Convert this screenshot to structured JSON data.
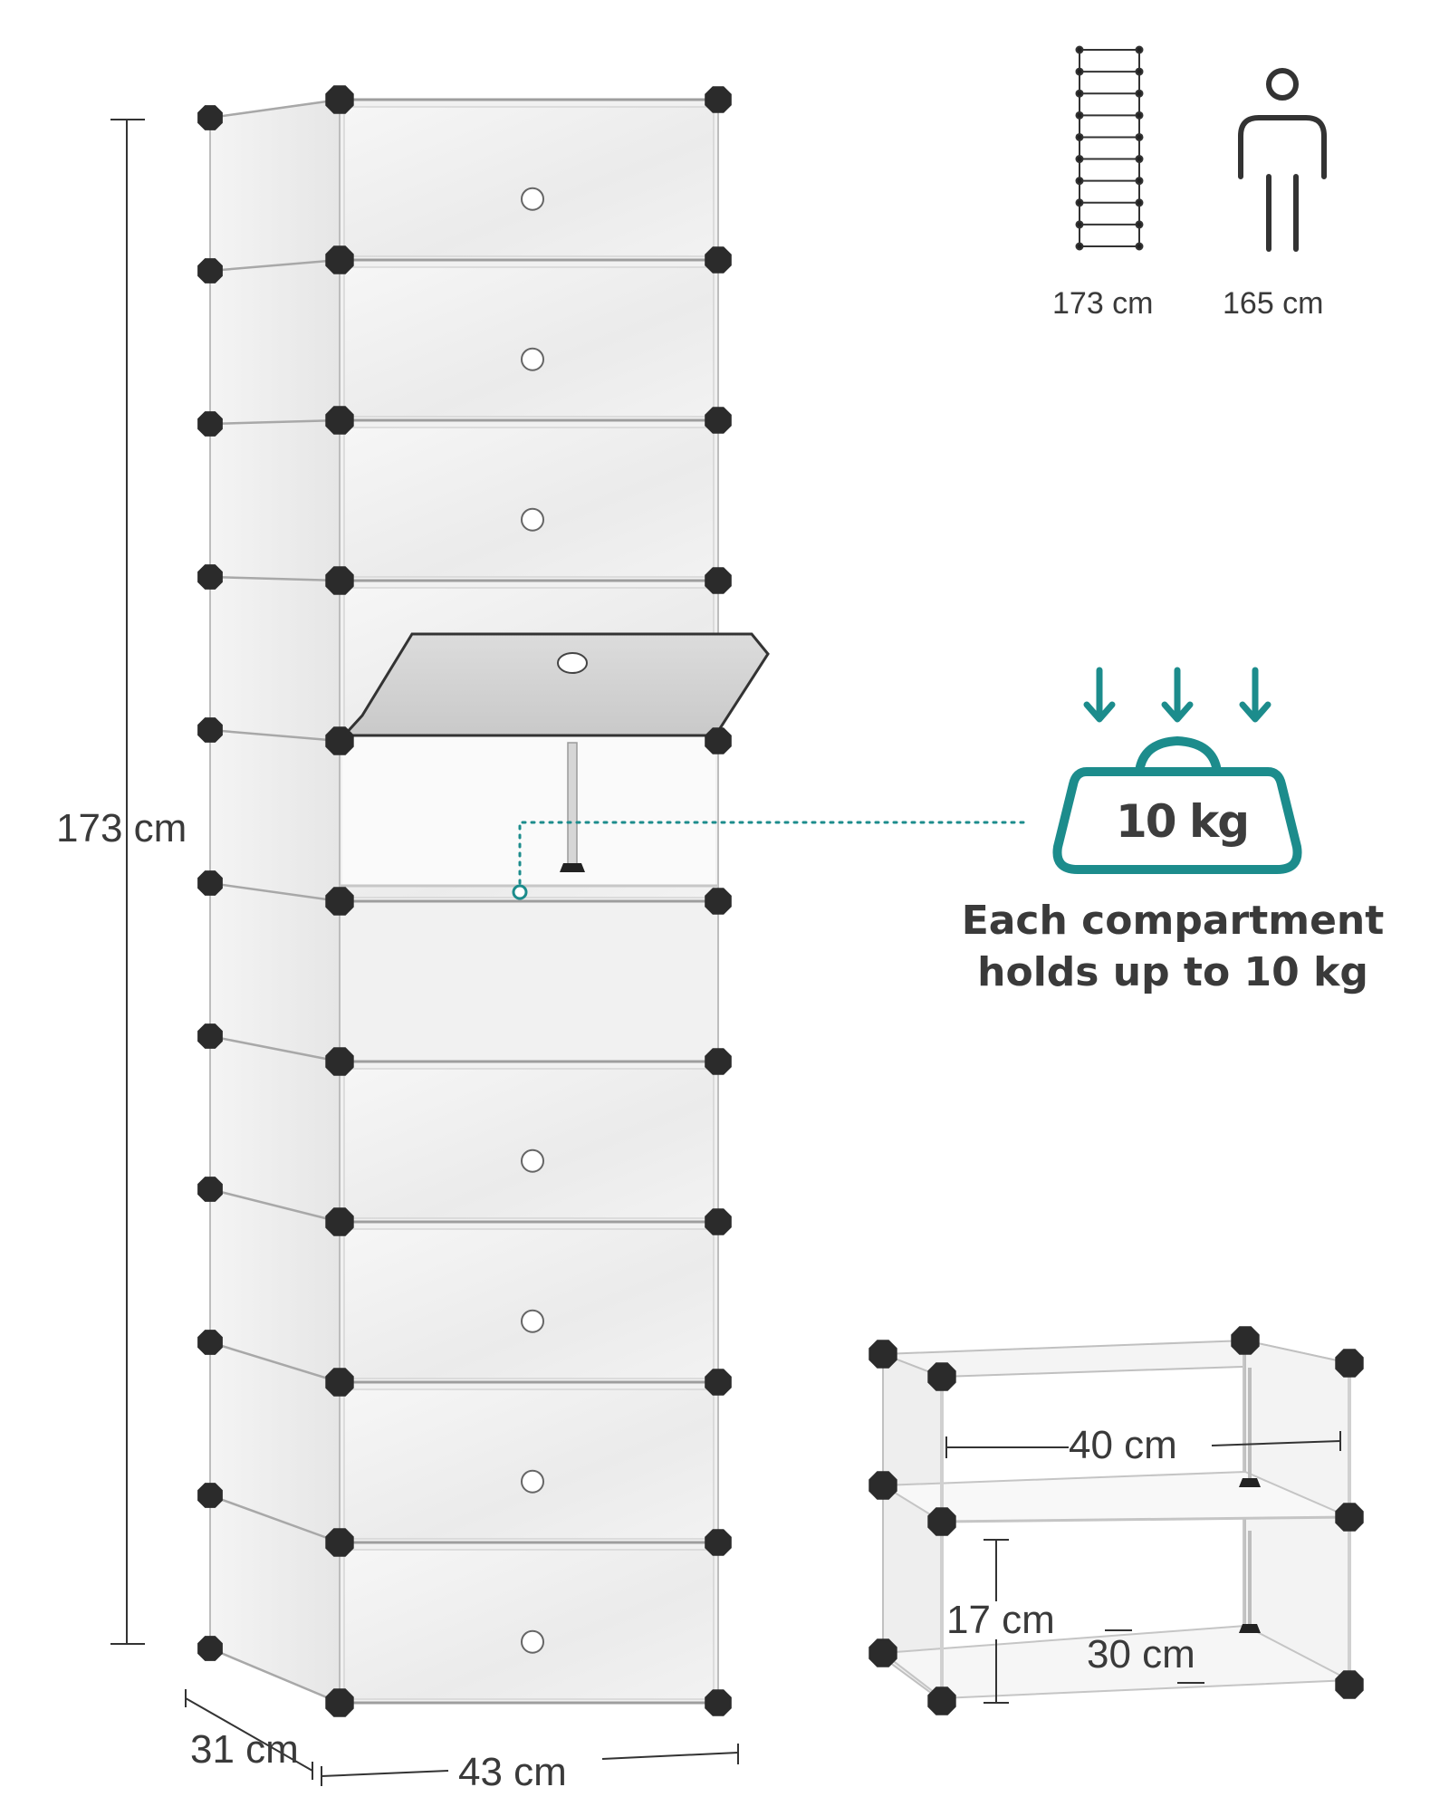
{
  "dimensions": {
    "height": "173 cm",
    "depth": "31 cm",
    "width": "43 cm"
  },
  "comparison": {
    "ladder_label": "173 cm",
    "person_label": "165 cm",
    "ladder_icon": "ladder-icon",
    "person_icon": "person-icon"
  },
  "load": {
    "weight": "10 kg",
    "icon": "weight-icon",
    "caption_line1": "Each compartment",
    "caption_line2": "holds up to 10 kg"
  },
  "detail": {
    "width": "40 cm",
    "height": "17 cm",
    "depth": "30 cm"
  },
  "colors": {
    "accent": "#1c8c8c",
    "text": "#3a3a3a",
    "connector": "#2b2b2b"
  }
}
